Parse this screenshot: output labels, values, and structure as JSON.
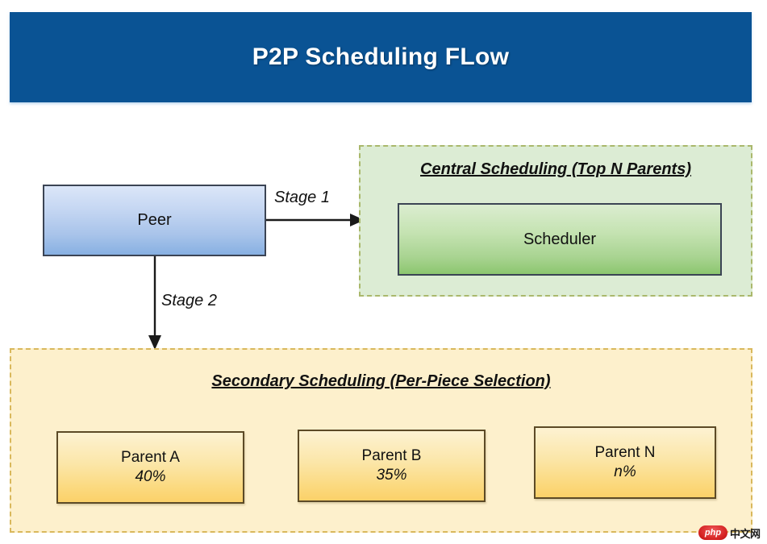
{
  "header": {
    "title": "P2P Scheduling FLow",
    "background_color": "#0a5394",
    "text_color": "#ffffff"
  },
  "diagram": {
    "peer": {
      "label": "Peer",
      "fill_top": "#dbe6f8",
      "fill_bottom": "#87b0e2",
      "border_color": "#3b4454"
    },
    "edges": [
      {
        "label": "Stage 1",
        "from": "peer",
        "to": "central-scheduling",
        "direction": "right"
      },
      {
        "label": "Stage 2",
        "from": "peer",
        "to": "secondary-scheduling",
        "direction": "down"
      }
    ],
    "central_scheduling": {
      "title": "Central Scheduling (Top N Parents)",
      "fill_color": "#dcecd4",
      "border_color": "#aab86c",
      "node": {
        "label": "Scheduler",
        "fill_top": "#dbedd0",
        "fill_bottom": "#8cc66f",
        "border_color": "#3b4454"
      }
    },
    "secondary_scheduling": {
      "title": "Secondary Scheduling (Per-Piece Selection)",
      "fill_color": "#fdf0cc",
      "border_color": "#d9b85c",
      "parents": [
        {
          "name": "Parent A",
          "percent": "40%"
        },
        {
          "name": "Parent B",
          "percent": "35%"
        },
        {
          "name": "Parent N",
          "percent": "n%"
        }
      ],
      "parent_fill_top": "#fdf2d2",
      "parent_fill_bottom": "#fbd169",
      "parent_border_color": "#5c4a26"
    }
  },
  "watermark": {
    "badge_text": "php",
    "text": "中文网",
    "badge_color": "#d32020"
  }
}
